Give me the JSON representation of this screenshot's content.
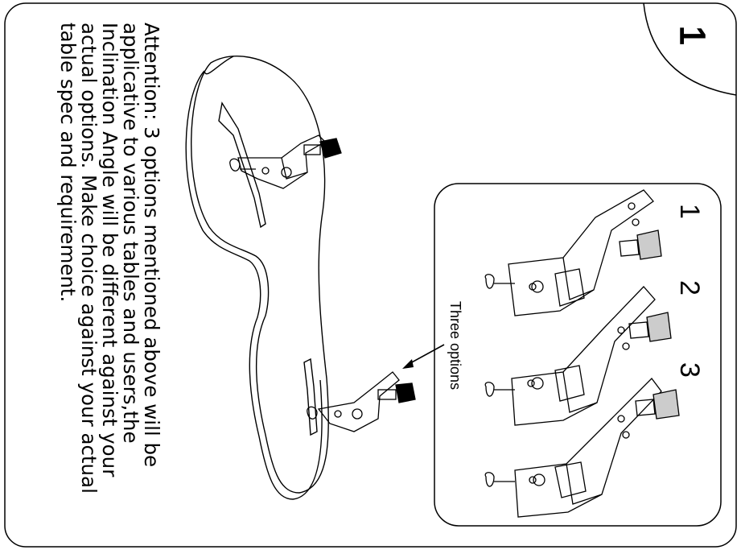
{
  "step_number": "1",
  "attention_lines": [
    "Attention: 3 options mentioned above will be",
    "applicative to various tables and users,the",
    "Inclination Angle will be different against your",
    "actual options. Make choice against your actual",
    "table spec and requirement."
  ],
  "inset": {
    "caption": "Three options",
    "option_labels": [
      "1",
      "2",
      "3"
    ]
  }
}
